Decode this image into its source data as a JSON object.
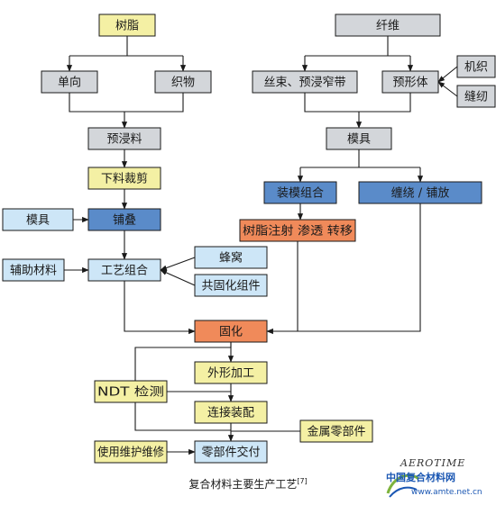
{
  "colors": {
    "yellow": "#f4f0a4",
    "gray": "#d3d6da",
    "lightblue": "#cde6f7",
    "blue": "#5a8bc9",
    "orange": "#f08a5a",
    "stroke": "#1a1a1a"
  },
  "nodes": [
    {
      "id": "resin",
      "label": "树脂",
      "style": "yellow"
    },
    {
      "id": "fiber",
      "label": "纤维",
      "style": "gray"
    },
    {
      "id": "unidirectional",
      "label": "单向",
      "style": "gray"
    },
    {
      "id": "fabric",
      "label": "织物",
      "style": "gray"
    },
    {
      "id": "tow",
      "label": "丝束、预浸窄带",
      "style": "gray"
    },
    {
      "id": "preform",
      "label": "预形体",
      "style": "gray"
    },
    {
      "id": "weaving",
      "label": "机织",
      "style": "gray"
    },
    {
      "id": "stitching",
      "label": "缝纫",
      "style": "gray"
    },
    {
      "id": "prepreg",
      "label": "预浸料",
      "style": "gray"
    },
    {
      "id": "mold-top",
      "label": "模具",
      "style": "gray"
    },
    {
      "id": "cutting",
      "label": "下料裁剪",
      "style": "yellow"
    },
    {
      "id": "mold-assembly",
      "label": "装模组合",
      "style": "blue"
    },
    {
      "id": "winding",
      "label": "缠绕 / 铺放",
      "style": "blue"
    },
    {
      "id": "mold-left",
      "label": "模具",
      "style": "lightblue"
    },
    {
      "id": "layup",
      "label": "铺叠",
      "style": "blue"
    },
    {
      "id": "rtm",
      "label": "树脂注射 渗透 转移",
      "style": "orange"
    },
    {
      "id": "aux-material",
      "label": "辅助材料",
      "style": "lightblue"
    },
    {
      "id": "process-assembly",
      "label": "工艺组合",
      "style": "lightblue"
    },
    {
      "id": "honeycomb",
      "label": "蜂窝",
      "style": "lightblue"
    },
    {
      "id": "cocure",
      "label": "共固化组件",
      "style": "lightblue"
    },
    {
      "id": "cure",
      "label": "固化",
      "style": "orange"
    },
    {
      "id": "machining",
      "label": "外形加工",
      "style": "yellow"
    },
    {
      "id": "ndt",
      "label": "NDT 检测",
      "style": "yellow"
    },
    {
      "id": "joining",
      "label": "连接装配",
      "style": "yellow"
    },
    {
      "id": "metal-parts",
      "label": "金属零部件",
      "style": "yellow"
    },
    {
      "id": "maintenance",
      "label": "使用维护维修",
      "style": "yellow"
    },
    {
      "id": "delivery",
      "label": "零部件交付",
      "style": "lightblue"
    }
  ],
  "caption": {
    "text": "复合材料主要生产工艺",
    "ref": "[7]"
  },
  "watermark": {
    "brand": "AEROTIME",
    "cn": "中国复合材料网",
    "url": "www.amte.net.cn"
  }
}
